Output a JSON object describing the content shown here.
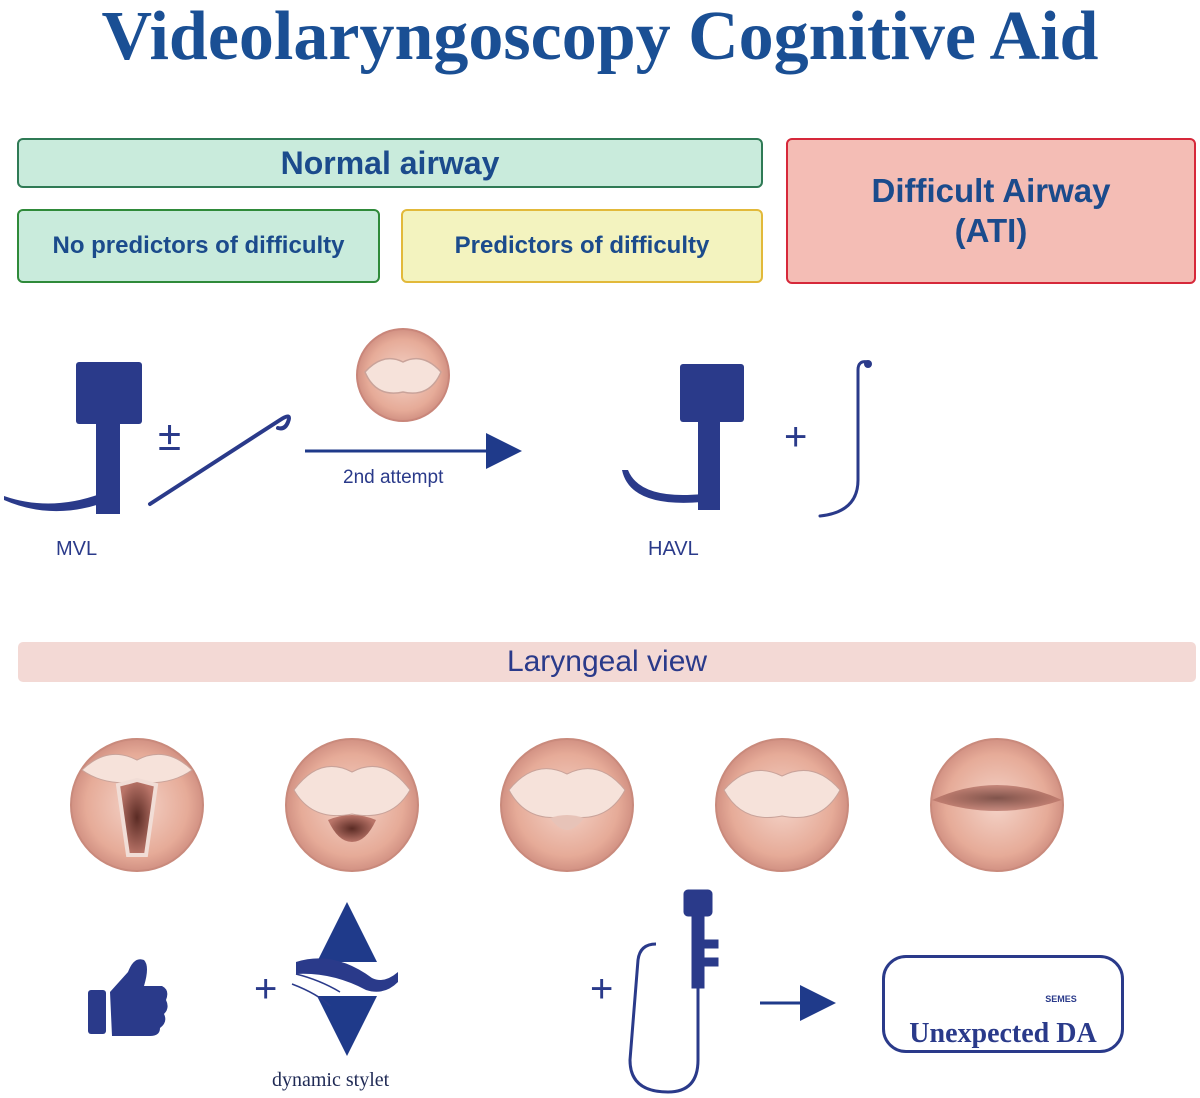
{
  "title": "Videolaryngoscopy Cognitive Aid",
  "normal_airway": "Normal airway",
  "no_predictors": "No predictors of difficulty",
  "predictors": "Predictors of difficulty",
  "difficult_airway": {
    "line1": "Difficult Airway",
    "line2": "(ATI)"
  },
  "top_row": {
    "mvl": "MVL",
    "plus_minus": "±",
    "attempt": "2nd attempt",
    "havl": "HAVL",
    "plus": "+"
  },
  "laryngeal_view": "Laryngeal view",
  "bottom_row": {
    "plus1": "+",
    "plus2": "+",
    "dynamic_stylet": "dynamic stylet",
    "unexpected_da": "Unexpected DA",
    "semes": "SEMES"
  },
  "colors": {
    "navy": "#1f3a8a",
    "title_blue": "#1a4f94",
    "green_fill": "#c9ebdc",
    "yellow_fill": "#f3f3bf",
    "red_fill": "#f4bdb5",
    "pink_band": "#f3d9d5"
  },
  "icons": [
    "videolaryngoscope-macintosh-icon",
    "stylet-icon",
    "hyperangulated-videolaryngoscope-icon",
    "bougie-icon",
    "thumbs-up-icon",
    "dynamic-stylet-icon",
    "fiberscope-icon",
    "university-seal-icon",
    "semes-logo-icon"
  ]
}
